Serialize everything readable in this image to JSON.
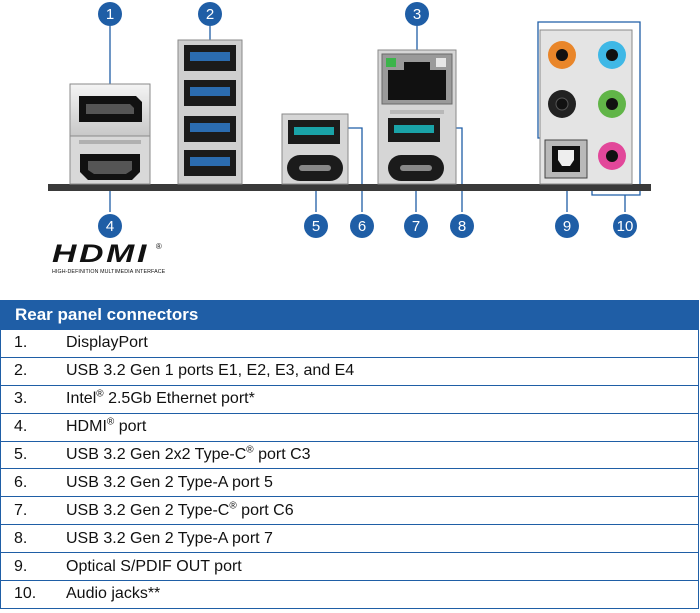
{
  "callouts": [
    "1",
    "2",
    "3",
    "4",
    "5",
    "6",
    "7",
    "8",
    "9",
    "10"
  ],
  "hdmi_logo": {
    "word": "HDMI",
    "registered": "®",
    "tagline": "HIGH-DEFINITION MULTIMEDIA INTERFACE"
  },
  "table": {
    "header": "Rear panel connectors",
    "rows": [
      {
        "num": "1.",
        "text": "DisplayPort"
      },
      {
        "num": "2.",
        "text": "USB 3.2 Gen 1 ports E1, E2, E3, and E4"
      },
      {
        "num": "3.",
        "pre": "Intel",
        "sup": "®",
        "post": " 2.5Gb Ethernet port*"
      },
      {
        "num": "4.",
        "pre": "HDMI",
        "sup": "®",
        "post": " port"
      },
      {
        "num": "5.",
        "pre": "USB 3.2 Gen 2x2 Type-C",
        "sup": "®",
        "post": " port C3"
      },
      {
        "num": "6.",
        "text": "USB 3.2 Gen 2 Type-A port 5"
      },
      {
        "num": "7.",
        "pre": "USB 3.2 Gen 2 Type-C",
        "sup": "®",
        "post": " port C6"
      },
      {
        "num": "8.",
        "text": "USB 3.2 Gen 2 Type-A port 7"
      },
      {
        "num": "9.",
        "text": "Optical S/PDIF OUT port"
      },
      {
        "num": "10.",
        "text": "Audio jacks**"
      }
    ]
  },
  "colors": {
    "accent_blue": "#1f5ea6",
    "usb_blue": "#2b6cb0",
    "usb_teal": "#1aa3a8",
    "jack_orange": "#e9862a",
    "jack_cyan": "#3fb8e6",
    "jack_black": "#222222",
    "jack_green": "#61b548",
    "jack_pink": "#e2479a",
    "led_green": "#3cb44b"
  }
}
